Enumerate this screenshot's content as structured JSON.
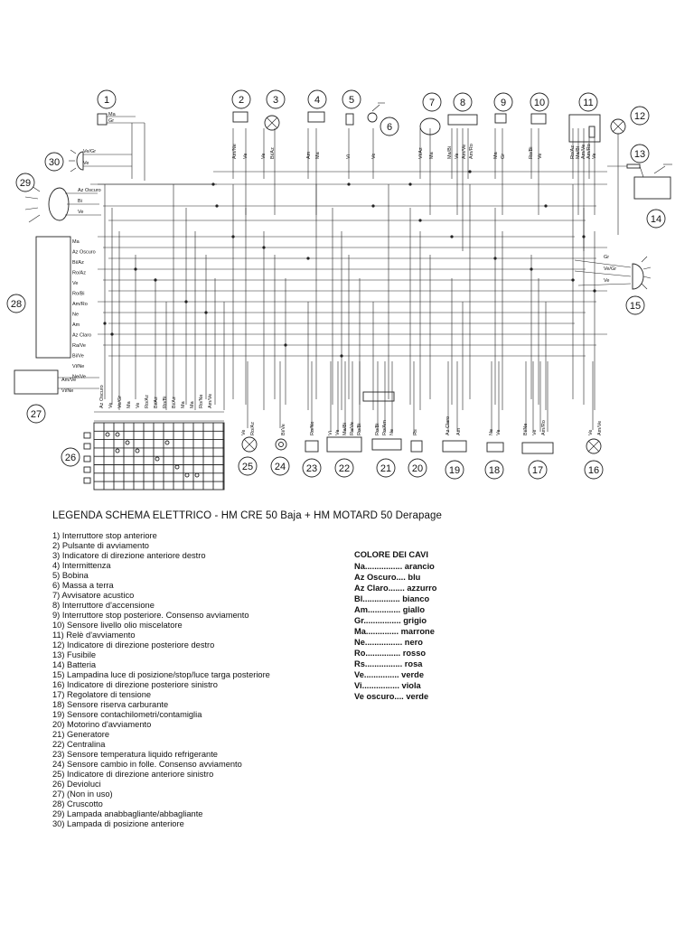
{
  "diagram": {
    "components": [
      {
        "n": "1"
      },
      {
        "n": "2"
      },
      {
        "n": "3"
      },
      {
        "n": "4"
      },
      {
        "n": "5"
      },
      {
        "n": "6"
      },
      {
        "n": "7"
      },
      {
        "n": "8"
      },
      {
        "n": "9"
      },
      {
        "n": "10"
      },
      {
        "n": "11"
      },
      {
        "n": "12"
      },
      {
        "n": "13"
      },
      {
        "n": "14"
      },
      {
        "n": "15"
      },
      {
        "n": "16"
      },
      {
        "n": "17"
      },
      {
        "n": "18"
      },
      {
        "n": "19"
      },
      {
        "n": "20"
      },
      {
        "n": "21"
      },
      {
        "n": "22"
      },
      {
        "n": "23"
      },
      {
        "n": "24"
      },
      {
        "n": "25"
      },
      {
        "n": "26"
      },
      {
        "n": "27"
      },
      {
        "n": "28"
      },
      {
        "n": "29"
      },
      {
        "n": "30"
      }
    ],
    "dashboard_labels": [
      "Ma",
      "Az Oscuro",
      "Bi/Az",
      "Ro/Az",
      "Ve",
      "Ro/Bi",
      "Am/Ro",
      "Ne",
      "Am",
      "Az Claro",
      "Ra/Ve",
      "Bi/Ve",
      "Vi/Ne",
      "Ne/Ve"
    ],
    "unused_labels": [
      "Am/Ve",
      "Vi/Ne"
    ],
    "switch_labels": [
      "Ma",
      "Gr"
    ],
    "front_light_labels": [
      "Ve/Gr",
      "Ve"
    ],
    "headlamp_labels": [
      "Az Oscuro",
      "Bi",
      "Ve"
    ],
    "tail_labels": [
      "Gr",
      "Ve/Gr",
      "Ve"
    ],
    "top_wire_labels": [
      {
        "id": "2",
        "labels": [
          "Am/Ne",
          "Ve"
        ]
      },
      {
        "id": "3",
        "labels": [
          "Ve",
          "Bi/Az"
        ]
      },
      {
        "id": "4",
        "labels": [
          "Am",
          "Ma"
        ]
      },
      {
        "id": "5",
        "labels": [
          "Vi"
        ]
      },
      {
        "id": "6",
        "labels": [
          "Ve"
        ]
      },
      {
        "id": "7",
        "labels": [
          "Vi/Az",
          "Ma"
        ]
      },
      {
        "id": "8",
        "labels": [
          "Ma/Bi",
          "Ve",
          "Am/Ve",
          "Am/Ro"
        ]
      },
      {
        "id": "9",
        "labels": [
          "Ma",
          "Gr"
        ]
      },
      {
        "id": "10",
        "labels": [
          "Ro/Bi",
          "Ve"
        ]
      },
      {
        "id": "11",
        "labels": [
          "Ro/Az",
          "Ma/Bi",
          "Am/Ve",
          "Am/Ro",
          "Ve"
        ]
      }
    ],
    "connector_labels": [
      "Az Oscuro",
      "Ve",
      "Ve/Gr",
      "Ma",
      "Ve",
      "Ro/Az",
      "Bi/Az",
      "Ro/Bi",
      "Bi/Az",
      "Ma",
      "Ma",
      "Ro/Ne",
      "Am/Ve"
    ],
    "bottom_wire_labels": [
      {
        "id": "25",
        "labels": [
          "Ve",
          "Ro/Az"
        ]
      },
      {
        "id": "24",
        "labels": [
          "Bi/Ve"
        ]
      },
      {
        "id": "23",
        "labels": [
          "Ro/Ne"
        ]
      },
      {
        "id": "22",
        "labels": [
          "Vi",
          "Ve",
          "Ma/Bi",
          "Ra/Ve",
          "Ro/Bi"
        ]
      },
      {
        "id": "21",
        "labels": [
          "Ro/Bi",
          "Ro/Am",
          "Ne"
        ]
      },
      {
        "id": "20",
        "labels": [
          "Rs"
        ]
      },
      {
        "id": "19",
        "labels": [
          "Az Claro",
          "Am"
        ]
      },
      {
        "id": "18",
        "labels": [
          "Ne",
          "Ve"
        ]
      },
      {
        "id": "17",
        "labels": [
          "Bi/Ne",
          "Ve",
          "Am/Ro"
        ]
      },
      {
        "id": "16",
        "labels": [
          "Ve",
          "Am/Ve"
        ]
      }
    ]
  },
  "legend": {
    "title": "LEGENDA SCHEMA ELETTRICO - HM CRE 50 Baja + HM MOTARD 50 Derapage",
    "items": [
      "1) Interruttore stop anteriore",
      "2) Pulsante di avviamento",
      "3) Indicatore di direzione anteriore destro",
      "4) Intermittenza",
      "5) Bobina",
      "6) Massa a terra",
      "7) Avvisatore acustico",
      "8) Interruttore d'accensione",
      "9) Interruttore stop posteriore. Consenso avviamento",
      "10) Sensore livello olio miscelatore",
      "11) Relè d'avviamento",
      "12) Indicatore di direzione posteriore destro",
      "13) Fusibile",
      "14) Batteria",
      "15) Lampadina luce di posizione/stop/luce targa posteriore",
      "16) Indicatore di direzione posteriore sinistro",
      "17) Regolatore di tensione",
      "18) Sensore riserva carburante",
      "19) Sensore contachilometri/contamiglia",
      "20) Motorino d'avviamento",
      "21) Generatore",
      "22) Centralina",
      "23) Sensore temperatura liquido refrigerante",
      "24) Sensore cambio in folle. Consenso avviamento",
      "25) Indicatore di direzione anteriore sinistro",
      "26) Devioluci",
      "27) (Non in uso)",
      "28) Cruscotto",
      "29) Lampada anabbagliante/abbagliante",
      "30) Lampada di posizione anteriore"
    ]
  },
  "cable_colors": {
    "title": "COLORE DEI CAVI",
    "rows": [
      "Na................ arancio",
      "Az Oscuro.... blu",
      "Az Claro....... azzurro",
      "Bl................ bianco",
      "Am.............. giallo",
      "Gr................ grigio",
      "Ma.............. marrone",
      "Ne................ nero",
      "Ro............... rosso",
      "Rs................ rosa",
      "Ve............... verde",
      "Vi................ viola",
      "Ve oscuro.... verde"
    ]
  }
}
